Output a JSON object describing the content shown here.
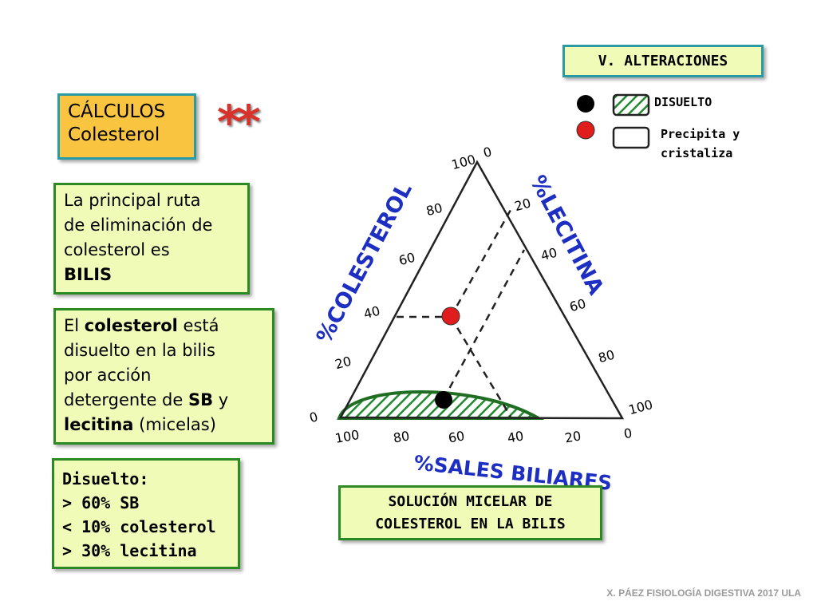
{
  "title": {
    "line1": "CÁLCULOS",
    "line2": "Colesterol",
    "stars": "**"
  },
  "note1": {
    "l1": "La principal ruta",
    "l2": "de eliminación de",
    "l3": "colesterol es",
    "l4": "BILIS"
  },
  "note2": {
    "l1a": "El ",
    "l1b": "colesterol",
    "l1c": " está",
    "l2": "disuelto en la bilis",
    "l3": "por acción",
    "l4a": "detergente de ",
    "l4b": "SB",
    "l4c": " y",
    "l5a": "lecitina",
    "l5b": " (micelas)"
  },
  "note3": {
    "l1": "Disuelto:",
    "l2": "> 60% SB",
    "l3": "< 10% colesterol",
    "l4": "> 30% lecitina"
  },
  "alteraciones": "V. ALTERACIONES",
  "legend": {
    "disuelto": "DISUELTO",
    "precipita1": "Precipita y",
    "precipita2": "cristaliza"
  },
  "diagram": {
    "axis_colesterol": "%COLESTEROL",
    "axis_lecitina": "%LECITINA",
    "axis_sales": "%SALES BILIARES",
    "left_ticks": [
      "100",
      "80",
      "60",
      "40",
      "20",
      "0"
    ],
    "right_ticks": [
      "0",
      "20",
      "40",
      "60",
      "80",
      "100"
    ],
    "bottom_ticks": [
      "100",
      "80",
      "60",
      "40",
      "20",
      "0"
    ],
    "colors": {
      "axis_text": "#1d2ec2",
      "dissolved_zone": "#1f8a2e",
      "red_point": "#e11c1c",
      "black_point": "#000000"
    }
  },
  "caption": {
    "l1": "SOLUCIÓN MICELAR DE",
    "l2": "COLESTEROL EN LA BILIS"
  },
  "footer": "X. PÁEZ  FISIOLOGÍA DIGESTIVA 2017  ULA"
}
